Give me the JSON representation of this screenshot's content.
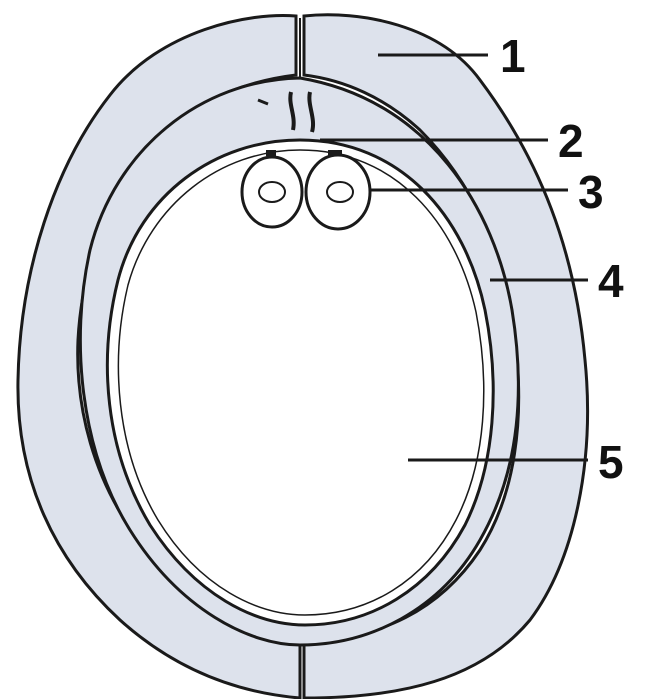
{
  "labels": [
    {
      "id": "1",
      "text": "1"
    },
    {
      "id": "2",
      "text": "2"
    },
    {
      "id": "3",
      "text": "3"
    },
    {
      "id": "4",
      "text": "4"
    },
    {
      "id": "5",
      "text": "5"
    }
  ],
  "colors": {
    "layer_fill": "#dde2ec",
    "outline": "#1a1a1a",
    "background": "#ffffff",
    "label": "#111111"
  }
}
